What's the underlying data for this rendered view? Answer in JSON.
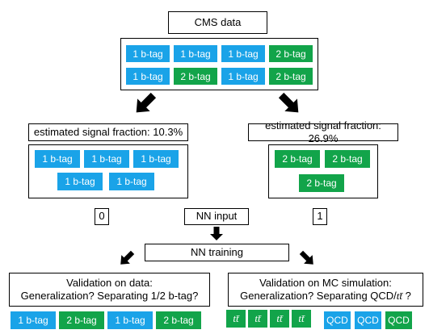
{
  "cms": {
    "title": "CMS data",
    "row1": [
      "1 b-tag",
      "1 b-tag",
      "1 b-tag",
      "2 b-tag"
    ],
    "row2": [
      "1 b-tag",
      "2 b-tag",
      "1 b-tag",
      "2 b-tag"
    ]
  },
  "left": {
    "fraction_label": "estimated signal fraction: 10.3%",
    "row1": [
      "1 b-tag",
      "1 b-tag",
      "1 b-tag"
    ],
    "row2": [
      "1 b-tag",
      "1 b-tag"
    ],
    "class_label": "0"
  },
  "right": {
    "fraction_label": "estimated signal fraction: 26.9%",
    "row1": [
      "2 b-tag",
      "2 b-tag"
    ],
    "row2": [
      "2 b-tag"
    ],
    "class_label": "1"
  },
  "nn_input": "NN input",
  "nn_training": "NN training",
  "validation_data": {
    "line1": "Validation on data:",
    "line2": "Generalization? Separating 1/2 b-tag?",
    "tags": [
      "1 b-tag",
      "2 b-tag",
      "1 b-tag",
      "2 b-tag"
    ]
  },
  "validation_mc": {
    "line1": "Validation on MC simulation:",
    "line2_prefix": "Generalization? Separating QCD/",
    "line2_suffix": " ?",
    "ttbar": "tt̄",
    "tags_tt": [
      "tt̄",
      "tt̄",
      "tt̄",
      "tt̄"
    ],
    "tags_qcd": [
      "QCD",
      "QCD",
      "QCD"
    ]
  },
  "colors": {
    "blue": "#1AA3E8",
    "green": "#12A44A"
  }
}
